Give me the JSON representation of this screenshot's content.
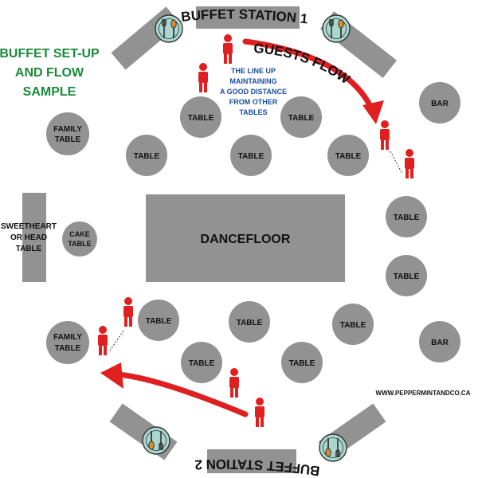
{
  "title_lines": [
    "BUFFET SET-UP",
    "AND FLOW",
    "SAMPLE"
  ],
  "stations": {
    "top_label": "BUFFET STATION 1",
    "bottom_label": "BUFFET STATION 2"
  },
  "flow": {
    "label": "GUESTS FLOW",
    "note_lines": [
      "THE LINE UP",
      "MAINTAINING",
      "A GOOD DISTANCE",
      "FROM OTHER",
      "TABLES"
    ]
  },
  "tables": {
    "generic": "TABLE",
    "bar": "BAR",
    "family_lines": [
      "FAMILY",
      "TABLE"
    ],
    "cake_lines": [
      "CAKE",
      "TABLE"
    ],
    "sweetheart_lines": [
      "SWEETHEART",
      "OR HEAD",
      "TABLE"
    ]
  },
  "dancefloor": "DANCEFLOOR",
  "website": "WWW.PEPPERMINTANDCO.CA",
  "colors": {
    "table_gray": "#929292",
    "title_green": "#1a8a3a",
    "note_blue": "#1a4fa0",
    "flow_red": "#e02020",
    "icon_teal": "#a9d6cf"
  },
  "icons": [
    "cutlery-icon",
    "person-icon"
  ]
}
